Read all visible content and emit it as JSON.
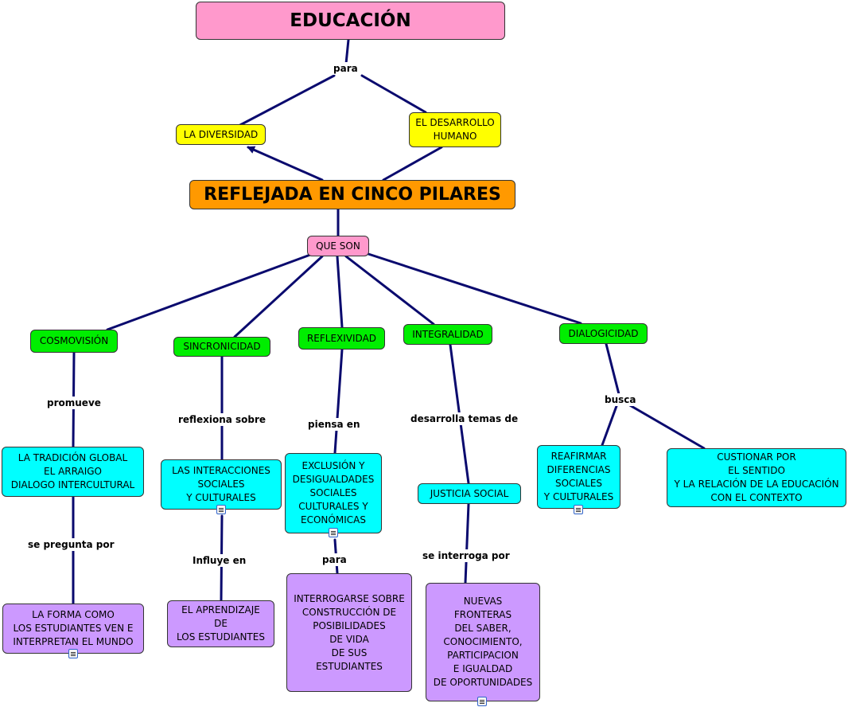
{
  "colors": {
    "line": "#0a0a6e",
    "pink": "#ff99cc",
    "yellow": "#ffff00",
    "orange": "#ff9900",
    "green": "#00ee00",
    "cyan": "#00ffff",
    "purple": "#cc99ff"
  },
  "nodes": {
    "educacion": "EDUCACIÓN",
    "diversidad": "LA DIVERSIDAD",
    "desarrollo": "EL DESARROLLO\nHUMANO",
    "pilares": "REFLEJADA EN CINCO PILARES",
    "que_son": "QUE SON",
    "cosmovision": "COSMOVISIÓN",
    "sincronicidad": "SINCRONICIDAD",
    "reflexividad": "REFLEXIVIDAD",
    "integralidad": "INTEGRALIDAD",
    "dialogicidad": "DIALOGICIDAD",
    "tradicion": "LA TRADICIÓN GLOBAL\nEL ARRAIGO\nDIALOGO INTERCULTURAL",
    "interacciones": "LAS INTERACCIONES\nSOCIALES\nY CULTURALES",
    "exclusion": "EXCLUSIÓN Y\nDESIGUALDADES\nSOCIALES\nCULTURALES Y\nECONÓMICAS",
    "justicia": "JUSTICIA SOCIAL",
    "reafirmar": "REAFIRMAR\nDIFERENCIAS\nSOCIALES\nY CULTURALES",
    "cuestionar": "CUSTIONAR POR\nEL SENTIDO\nY LA RELACIÓN DE LA EDUCACIÓN\nCON EL CONTEXTO",
    "forma": "LA FORMA COMO\nLOS ESTUDIANTES VEN E\nINTERPRETAN  EL MUNDO",
    "aprendizaje": "EL APRENDIZAJE\nDE\nLOS ESTUDIANTES",
    "interrogarse": "INTERROGARSE SOBRE\nCONSTRUCCIÓN DE\nPOSIBILIDADES\nDE VIDA\nDE SUS\nESTUDIANTES",
    "fronteras": "NUEVAS\nFRONTERAS\nDEL SABER,\nCONOCIMIENTO,\nPARTICIPACION\nE IGUALDAD\nDE OPORTUNIDADES"
  },
  "labels": {
    "para1": "para",
    "promueve": "promueve",
    "reflexiona": "reflexiona sobre",
    "piensa": "piensa en",
    "desarrolla": "desarrolla temas de",
    "busca": "busca",
    "pregunta": "se pregunta por",
    "influye": "Influye en",
    "para2": "para",
    "interroga": "se interroga por"
  },
  "icons": [
    "note-icon"
  ]
}
